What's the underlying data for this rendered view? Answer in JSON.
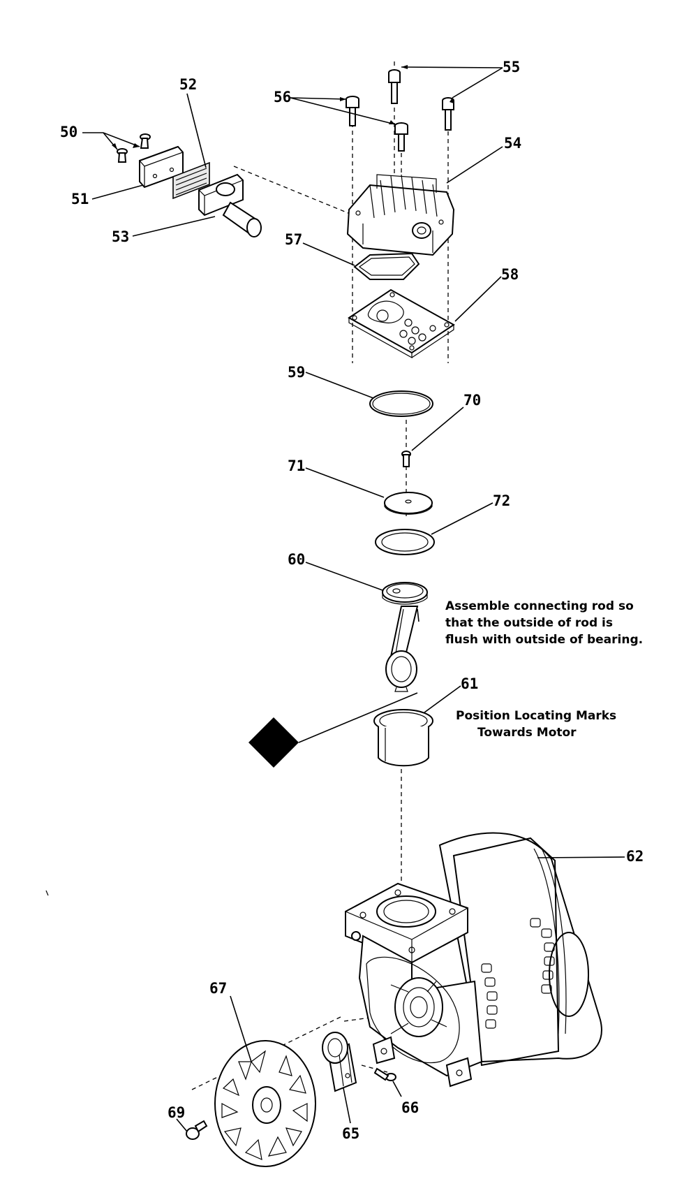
{
  "labels": {
    "p50": "50",
    "p51": "51",
    "p52": "52",
    "p53": "53",
    "p54": "54",
    "p55": "55",
    "p56": "56",
    "p57": "57",
    "p58": "58",
    "p59": "59",
    "p60": "60",
    "p61": "61",
    "p62": "62",
    "p65": "65",
    "p66": "66",
    "p67": "67",
    "p69": "69",
    "p70": "70",
    "p71": "71",
    "p72": "72"
  },
  "notes": {
    "connecting_rod": [
      "Assemble connecting rod so",
      "that the outside of rod is",
      "flush with outside of bearing."
    ],
    "locating_marks": [
      "Position Locating Marks",
      "Towards Motor"
    ]
  }
}
